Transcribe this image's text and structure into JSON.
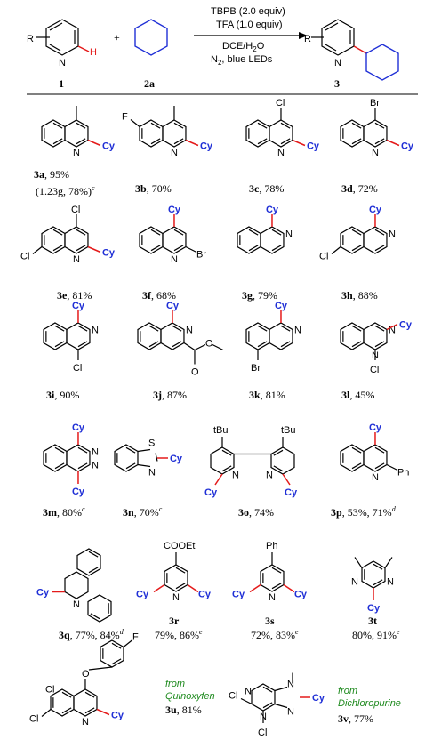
{
  "colors": {
    "cy_blue": "#1f2fd6",
    "new_bond_red": "#e41a1a",
    "natural_product_green": "#1e8a1e"
  },
  "scheme": {
    "conditions_line1": "TBPB (2.0 equiv)",
    "conditions_line2": "TFA (1.0 equiv)",
    "conditions_line3": "DCE/H",
    "conditions_line3_sub": "2",
    "conditions_line3_end": "O",
    "conditions_line4": "N",
    "conditions_line4_sub": "2",
    "conditions_line4_end": ", blue LEDs",
    "plus": "+",
    "reactant1_label": "1",
    "reactant2_label": "2a",
    "product_label": "3",
    "atom_R": "R",
    "atom_N": "N",
    "atom_H": "H"
  },
  "atoms": {
    "cy": "Cy",
    "n": "N",
    "cl": "Cl",
    "f": "F",
    "br": "Br",
    "s": "S",
    "o": "O",
    "ph": "Ph",
    "tbu": "tBu",
    "cooet": "COOEt",
    "me_n": "N"
  },
  "entries": [
    {
      "id": "3a",
      "yield": ", 95%",
      "extra": "(1.23g, 78%)",
      "extra_sup": "c"
    },
    {
      "id": "3b",
      "yield": ", 70%"
    },
    {
      "id": "3c",
      "yield": ", 78%"
    },
    {
      "id": "3d",
      "yield": ", 72%"
    },
    {
      "id": "3e",
      "yield": ", 81%"
    },
    {
      "id": "3f",
      "yield": ", 68%"
    },
    {
      "id": "3g",
      "yield": ", 79%"
    },
    {
      "id": "3h",
      "yield": ", 88%"
    },
    {
      "id": "3i",
      "yield": ", 90%"
    },
    {
      "id": "3j",
      "yield": ", 87%"
    },
    {
      "id": "3k",
      "yield": ", 81%"
    },
    {
      "id": "3l",
      "yield": ", 45%"
    },
    {
      "id": "3m",
      "yield": ", 80%",
      "sup": "c"
    },
    {
      "id": "3n",
      "yield": ", 70%",
      "sup": "c"
    },
    {
      "id": "3o",
      "yield": ", 74%"
    },
    {
      "id": "3p",
      "yield": ", 53%, 71%",
      "sup": "d"
    },
    {
      "id": "3q",
      "yield": ", 77%, 84%",
      "sup": "d"
    },
    {
      "id": "3r",
      "yield": "79%, 86%",
      "sup": "e"
    },
    {
      "id": "3s",
      "yield": "72%, 83%",
      "sup": "e"
    },
    {
      "id": "3t",
      "yield": "80%, 91%",
      "sup": "e"
    },
    {
      "id": "3u",
      "yield": ", 81%",
      "source_line1": "from",
      "source_line2": "Quinoxyfen"
    },
    {
      "id": "3v",
      "yield": ", 77%",
      "source_line1": "from",
      "source_line2": "Dichloropurine"
    }
  ]
}
